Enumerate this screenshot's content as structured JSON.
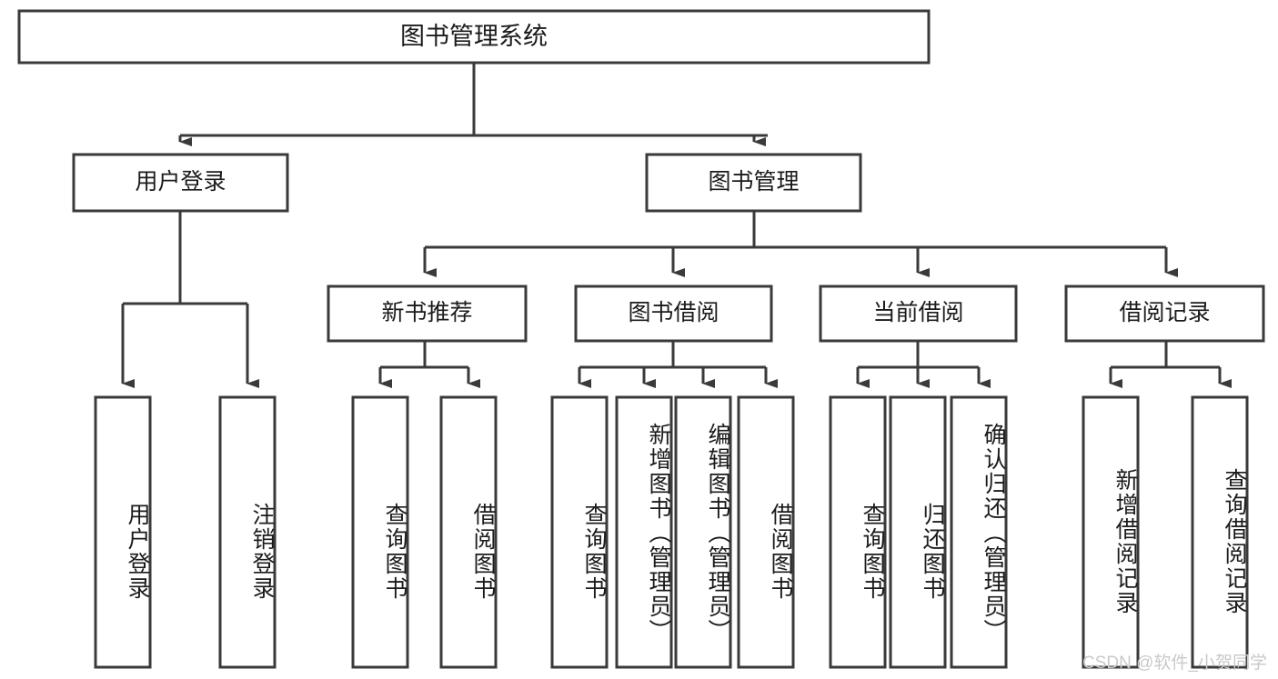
{
  "diagram": {
    "title": "图书管理系统",
    "type": "tree-hierarchy",
    "root": {
      "label": "图书管理系统"
    },
    "level2": [
      {
        "label": "用户登录"
      },
      {
        "label": "图书管理"
      }
    ],
    "level3": [
      {
        "label": "新书推荐"
      },
      {
        "label": "图书借阅"
      },
      {
        "label": "当前借阅"
      },
      {
        "label": "借阅记录"
      }
    ],
    "leaves": {
      "user_login": [
        {
          "label": "用户登录"
        },
        {
          "label": "注销登录"
        }
      ],
      "new_book_recommend": [
        {
          "label": "查询图书"
        },
        {
          "label": "借阅图书"
        }
      ],
      "book_borrow": [
        {
          "label": "查询图书"
        },
        {
          "label": "新增图书（管理员）"
        },
        {
          "label": "编辑图书（管理员）"
        },
        {
          "label": "借阅图书"
        }
      ],
      "current_borrow": [
        {
          "label": "查询图书"
        },
        {
          "label": "归还图书"
        },
        {
          "label": "确认归还（管理员）"
        }
      ],
      "borrow_record": [
        {
          "label": "新增借阅记录"
        },
        {
          "label": "查询借阅记录"
        }
      ]
    }
  },
  "watermark": {
    "text": "CSDN @软件_小贺同学"
  },
  "colors": {
    "stroke": "#3a3a3a",
    "fill": "#ffffff",
    "text": "#1b1b1b",
    "watermark": "#c9c9c9"
  }
}
